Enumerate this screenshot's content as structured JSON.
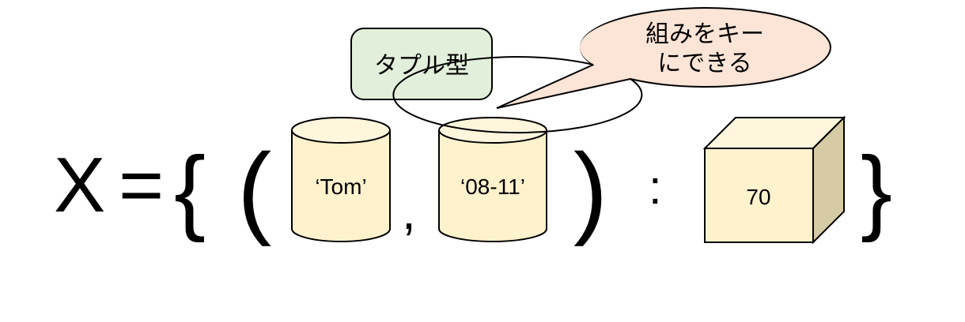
{
  "expression": {
    "variable": "X",
    "equals": "=",
    "brace_open": "{",
    "paren_open": "(",
    "comma": ",",
    "paren_close": ")",
    "colon": ":",
    "brace_close": "}"
  },
  "tuple_label": "タプル型",
  "callout": {
    "line1": "組みをキー",
    "line2": "にできる"
  },
  "keys": [
    "‘Tom’",
    "‘08-11’"
  ],
  "value": "70",
  "colors": {
    "cylinder_fill": "#FFF2CC",
    "cylinder_top": "#FFF6DD",
    "cube_front": "#FFF2CC",
    "cube_side": "#D6CBA4",
    "tuple_box_fill": "#E2EFDA",
    "callout_fill": "#FCE4D6",
    "stroke": "#000000"
  }
}
